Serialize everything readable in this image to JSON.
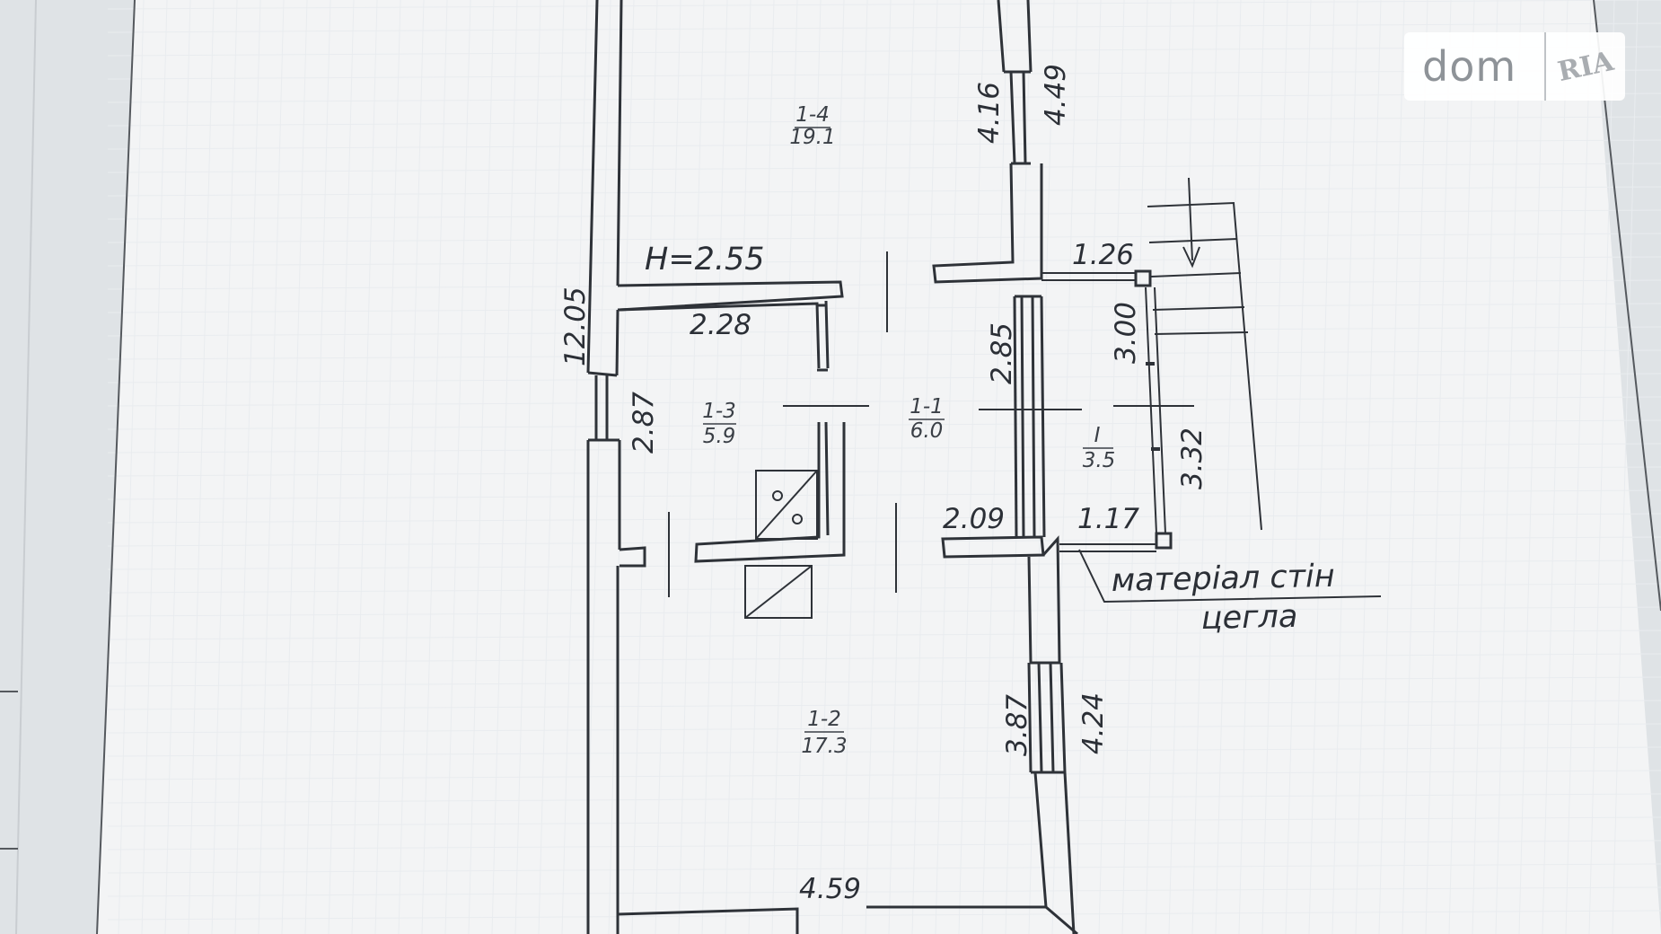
{
  "logo": {
    "name": "dom",
    "badge": "RIA"
  },
  "plan": {
    "height_note": "H=2.55",
    "rooms": [
      {
        "id": "1-4",
        "area": "19.1"
      },
      {
        "id": "1-3",
        "area": "5.9"
      },
      {
        "id": "1-1",
        "area": "6.0"
      },
      {
        "id": "1-2",
        "area": "17.3"
      },
      {
        "id": "I",
        "area": "3.5"
      }
    ],
    "dimensions": {
      "overall_left": "12.05",
      "top_right_inner": "4.16",
      "top_right_outer": "4.49",
      "porch_top": "1.26",
      "room13_width": "2.28",
      "hall_height": "2.85",
      "porch_inner": "3.00",
      "room13_height": "2.87",
      "porch_outer": "3.32",
      "hall_bottom": "2.09",
      "porch_bottom": "1.17",
      "bottom_right_inner": "3.87",
      "bottom_right_outer": "4.24",
      "bottom_width": "4.59"
    },
    "note_line1": "матеріал стін",
    "note_line2": "цегла"
  }
}
